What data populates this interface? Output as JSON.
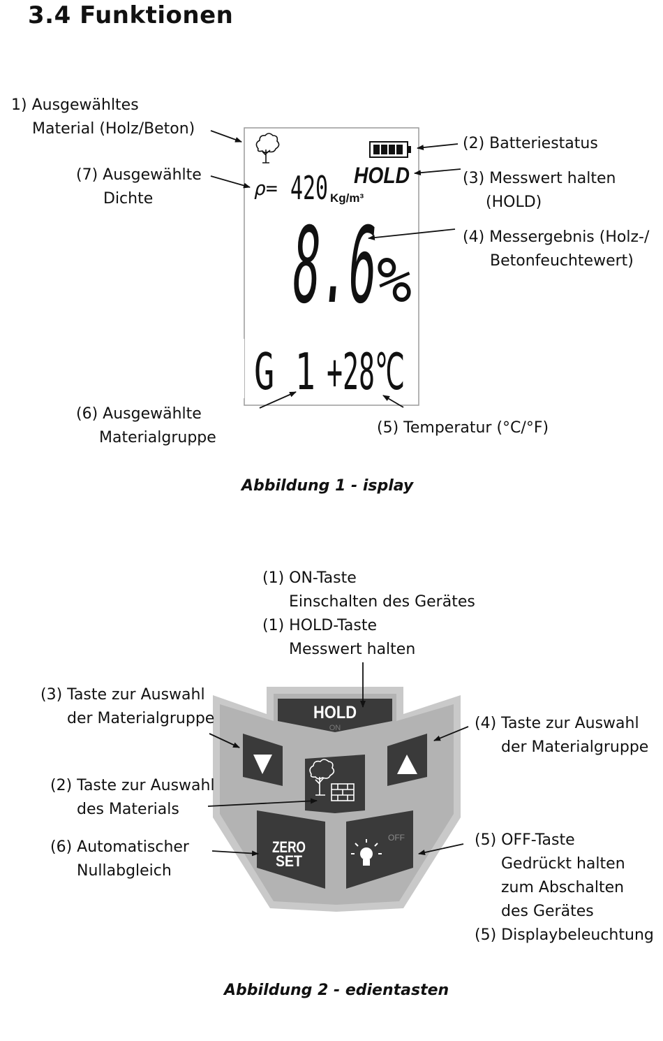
{
  "section_title": "3.4  Funktionen",
  "figure1": {
    "display": {
      "density_prefix": "ρ=",
      "density_value": "420",
      "density_unit": "Kg/m³",
      "hold": "HOLD",
      "main_value": "8.6",
      "main_unit": "%",
      "group": "G 1",
      "temperature": "+28℃",
      "material_icon": "tree-icon",
      "battery_icon": "battery-full-icon"
    },
    "labels": {
      "l1": [
        "1) Ausgewähltes",
        "Material (Holz/Beton)"
      ],
      "l2": [
        "(2) Batteriestatus"
      ],
      "l3": [
        "(3) Messwert halten",
        "(HOLD)"
      ],
      "l4": [
        "(4) Messergebnis (Holz-/",
        "Betonfeuchtewert)"
      ],
      "l5": [
        "(5) Temperatur (°C/°F)"
      ],
      "l6": [
        "(6) Ausgewählte",
        "Materialgruppe"
      ],
      "l7": [
        "(7) Ausgewählte",
        "Dichte"
      ]
    },
    "caption": "Abbildung 1 -    isplay"
  },
  "figure2": {
    "keys": {
      "hold": "HOLD",
      "on": "ON",
      "zero": "ZERO",
      "set": "SET",
      "off": "OFF",
      "down_icon": "triangle-down-icon",
      "up_icon": "triangle-up-icon",
      "material_icon": "tree-brick-icon",
      "light_icon": "light-bulb-icon"
    },
    "labels": {
      "l1": [
        "(1) ON-Taste",
        "Einschalten des Gerätes",
        "(1) HOLD-Taste",
        "Messwert halten"
      ],
      "l2": [
        "(2) Taste zur Auswahl",
        "des Materials"
      ],
      "l3": [
        "(3) Taste zur Auswahl",
        "der Materialgruppe"
      ],
      "l4": [
        "(4) Taste zur Auswahl",
        "der Materialgruppe"
      ],
      "l5": [
        "(5) OFF-Taste",
        "Gedrückt halten",
        "zum Abschalten",
        "des Gerätes",
        "(5) Displaybeleuchtung"
      ],
      "l6": [
        "(6) Automatischer",
        "Nullabgleich"
      ]
    },
    "caption": "Abbildung 2 -    edientasten"
  }
}
